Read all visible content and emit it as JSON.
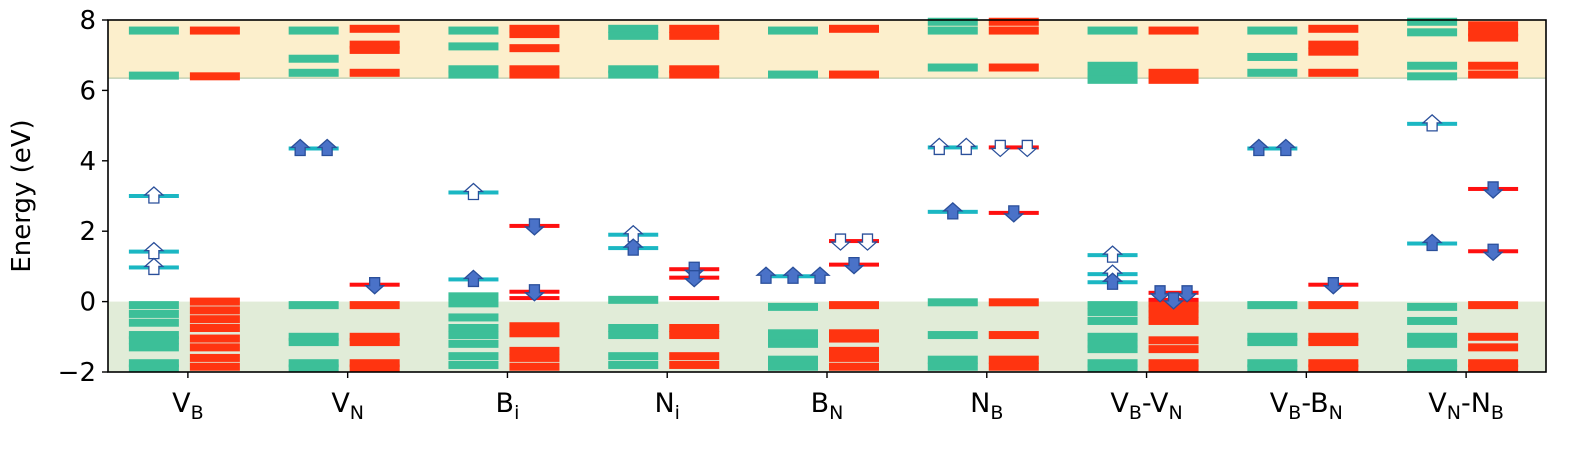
{
  "chart_data": {
    "type": "bar",
    "ylabel": "Energy (eV)",
    "ylim": [
      -2,
      8
    ],
    "yticks": [
      -2,
      0,
      2,
      4,
      6,
      8
    ],
    "grid": false,
    "regions": [
      {
        "name": "valence band",
        "from": -2,
        "to": 0,
        "color": "#e1ecd8"
      },
      {
        "name": "conduction band",
        "from": 6.35,
        "to": 8,
        "color": "#fcefcc"
      }
    ],
    "colors": {
      "spin_up_bands": "#3cbf98",
      "spin_down_bands": "#ff3410",
      "spin_up_defect": "#1bb7c3",
      "spin_down_defect": "#ff1010",
      "occupied_arrow": "#4a72c8",
      "unoccupied_arrow": "#ffffff",
      "arrow_outline": "#2a4f9a"
    },
    "categories": [
      {
        "main": "V",
        "sub": "B",
        "up_bands": [
          7.7,
          6.42,
          -0.1,
          -0.35,
          -0.6,
          -0.95,
          -1.1,
          -1.3,
          -1.75,
          -1.9
        ],
        "down_bands": [
          7.7,
          6.4,
          0.0,
          -0.25,
          -0.5,
          -0.75,
          -1.05,
          -1.3,
          -1.6,
          -1.85
        ],
        "up_levels": [
          {
            "e": 3.0,
            "occ": [
              0
            ],
            "cnt": 1
          },
          {
            "e": 1.42,
            "occ": [
              0
            ],
            "cnt": 1
          },
          {
            "e": 0.97,
            "occ": [
              0
            ],
            "cnt": 1
          }
        ],
        "down_levels": []
      },
      {
        "main": "V",
        "sub": "N",
        "up_bands": [
          7.7,
          6.9,
          6.5,
          -0.1,
          -1.0,
          -1.15,
          -1.75,
          -1.9
        ],
        "down_bands": [
          7.75,
          7.3,
          7.15,
          6.5,
          -0.1,
          -1.0,
          -1.15,
          -1.75,
          -1.9
        ],
        "up_levels": [
          {
            "e": 4.35,
            "occ": [
              1,
              1
            ],
            "cnt": 2
          }
        ],
        "down_levels": [
          {
            "e": 0.48,
            "occ": [
              1
            ],
            "cnt": 1
          }
        ]
      },
      {
        "main": "B",
        "sub": "i",
        "up_bands": [
          7.7,
          7.25,
          6.6,
          6.45,
          0.15,
          -0.05,
          -0.45,
          -0.75,
          -0.95,
          -1.2,
          -1.55,
          -1.8
        ],
        "down_bands": [
          7.75,
          7.6,
          7.2,
          6.6,
          6.45,
          -0.7,
          -0.9,
          -1.4,
          -1.6,
          -1.85
        ],
        "up_levels": [
          {
            "e": 3.1,
            "occ": [
              0
            ],
            "cnt": 1
          },
          {
            "e": 0.63,
            "occ": [
              1
            ],
            "cnt": 1
          }
        ],
        "down_levels": [
          {
            "e": 2.15,
            "occ": [
              1
            ],
            "cnt": 1
          },
          {
            "e": 0.28,
            "occ": [
              1
            ],
            "cnt": 1
          },
          {
            "e": 0.1,
            "occ": [],
            "cnt": 1
          }
        ]
      },
      {
        "main": "N",
        "sub": "i",
        "up_bands": [
          7.75,
          7.55,
          6.6,
          6.45,
          0.05,
          -0.75,
          -0.95,
          -1.55,
          -1.8
        ],
        "down_bands": [
          7.75,
          7.55,
          6.6,
          6.45,
          -0.75,
          -0.95,
          -1.55,
          -1.8
        ],
        "up_levels": [
          {
            "e": 1.9,
            "occ": [
              0
            ],
            "cnt": 1
          },
          {
            "e": 1.52,
            "occ": [
              1
            ],
            "cnt": 1
          }
        ],
        "down_levels": [
          {
            "e": 0.92,
            "occ": [
              1
            ],
            "cnt": 1
          },
          {
            "e": 0.68,
            "occ": [
              1
            ],
            "cnt": 1
          },
          {
            "e": 0.1,
            "occ": [],
            "cnt": 1
          }
        ]
      },
      {
        "main": "B",
        "sub": "N",
        "up_bands": [
          7.7,
          6.45,
          -0.15,
          -0.9,
          -1.05,
          -1.2,
          -1.65,
          -1.85
        ],
        "down_bands": [
          7.75,
          6.45,
          -0.1,
          -0.9,
          -1.05,
          -1.4,
          -1.6,
          -1.85
        ],
        "up_levels": [
          {
            "e": 0.72,
            "occ": [
              1,
              1,
              1
            ],
            "cnt": 3
          }
        ],
        "down_levels": [
          {
            "e": 1.72,
            "occ": [
              0,
              0
            ],
            "cnt": 2
          },
          {
            "e": 1.05,
            "occ": [
              1
            ],
            "cnt": 1
          }
        ]
      },
      {
        "main": "N",
        "sub": "B",
        "up_bands": [
          7.95,
          7.7,
          6.65,
          -0.02,
          -0.95,
          -1.65,
          -1.85
        ],
        "down_bands": [
          7.95,
          7.7,
          6.65,
          -0.02,
          -0.95,
          -1.65,
          -1.85
        ],
        "up_levels": [
          {
            "e": 4.38,
            "occ": [
              0,
              0
            ],
            "cnt": 2
          },
          {
            "e": 2.55,
            "occ": [
              1
            ],
            "cnt": 1
          }
        ],
        "down_levels": [
          {
            "e": 4.38,
            "occ": [
              0,
              0
            ],
            "cnt": 2
          },
          {
            "e": 2.52,
            "occ": [
              1
            ],
            "cnt": 1
          }
        ]
      },
      {
        "main": "V",
        "sub": "B",
        "sep": "-",
        "main2": "V",
        "sub2": "N",
        "up_bands": [
          7.7,
          6.7,
          6.5,
          6.3,
          -0.1,
          -0.3,
          -0.55,
          -1.0,
          -1.2,
          -1.35,
          -1.75,
          -1.9
        ],
        "down_bands": [
          7.7,
          6.5,
          6.3,
          -0.05,
          -0.2,
          -0.35,
          -0.55,
          -1.1,
          -1.35,
          -1.75,
          -1.9
        ],
        "up_levels": [
          {
            "e": 1.32,
            "occ": [
              0
            ],
            "cnt": 1
          },
          {
            "e": 0.78,
            "occ": [
              0
            ],
            "cnt": 1
          },
          {
            "e": 0.55,
            "occ": [
              1
            ],
            "cnt": 1
          }
        ],
        "down_levels": [
          {
            "e": 0.25,
            "occ": [
              1,
              1
            ],
            "cnt": 2
          },
          {
            "e": 0.05,
            "occ": [
              1
            ],
            "cnt": 1
          }
        ]
      },
      {
        "main": "V",
        "sub": "B",
        "sep": "-",
        "main2": "B",
        "sub2": "N",
        "up_bands": [
          7.7,
          6.95,
          6.5,
          -0.1,
          -1.0,
          -1.15,
          -1.75,
          -1.9
        ],
        "down_bands": [
          7.75,
          7.3,
          7.1,
          6.5,
          -0.1,
          -1.0,
          -1.15,
          -1.75,
          -1.9
        ],
        "up_levels": [
          {
            "e": 4.35,
            "occ": [
              1,
              1
            ],
            "cnt": 2
          }
        ],
        "down_levels": [
          {
            "e": 0.48,
            "occ": [
              1
            ],
            "cnt": 1
          }
        ]
      },
      {
        "main": "V",
        "sub": "N",
        "sep": "-",
        "main2": "N",
        "sub2": "B",
        "up_bands": [
          7.95,
          7.65,
          6.7,
          6.4,
          -0.15,
          -0.55,
          -1.0,
          -1.2,
          -1.75,
          -1.9
        ],
        "down_bands": [
          7.85,
          7.65,
          7.5,
          6.7,
          6.45,
          -0.1,
          -1.0,
          -1.3,
          -1.75,
          -1.9
        ],
        "up_levels": [
          {
            "e": 5.05,
            "occ": [
              0
            ],
            "cnt": 1
          },
          {
            "e": 1.65,
            "occ": [
              1
            ],
            "cnt": 1
          }
        ],
        "down_levels": [
          {
            "e": 3.2,
            "occ": [
              1
            ],
            "cnt": 1
          },
          {
            "e": 1.43,
            "occ": [
              1
            ],
            "cnt": 1
          }
        ]
      }
    ]
  }
}
